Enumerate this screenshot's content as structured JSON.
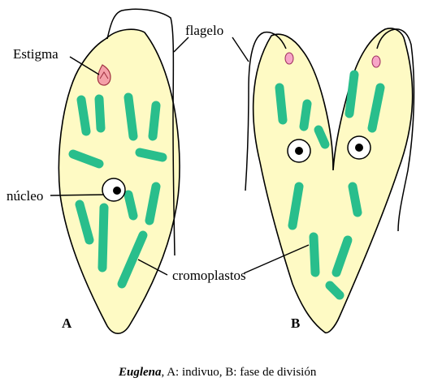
{
  "labels": {
    "estigma": "Estigma",
    "flagelo": "flagelo",
    "nucleo": "núcleo",
    "cromoplastos": "cromoplastos"
  },
  "panels": {
    "a": "A",
    "b": "B"
  },
  "caption": {
    "genus": "Euglena",
    "rest": ", A: indivuo,  B: fase de división"
  },
  "colors": {
    "cell_fill": "#fefac4",
    "chromoplast": "#29be8c",
    "eyespot": "#f4a0a8",
    "bud": "#f7a5c7",
    "outline": "#000000"
  }
}
